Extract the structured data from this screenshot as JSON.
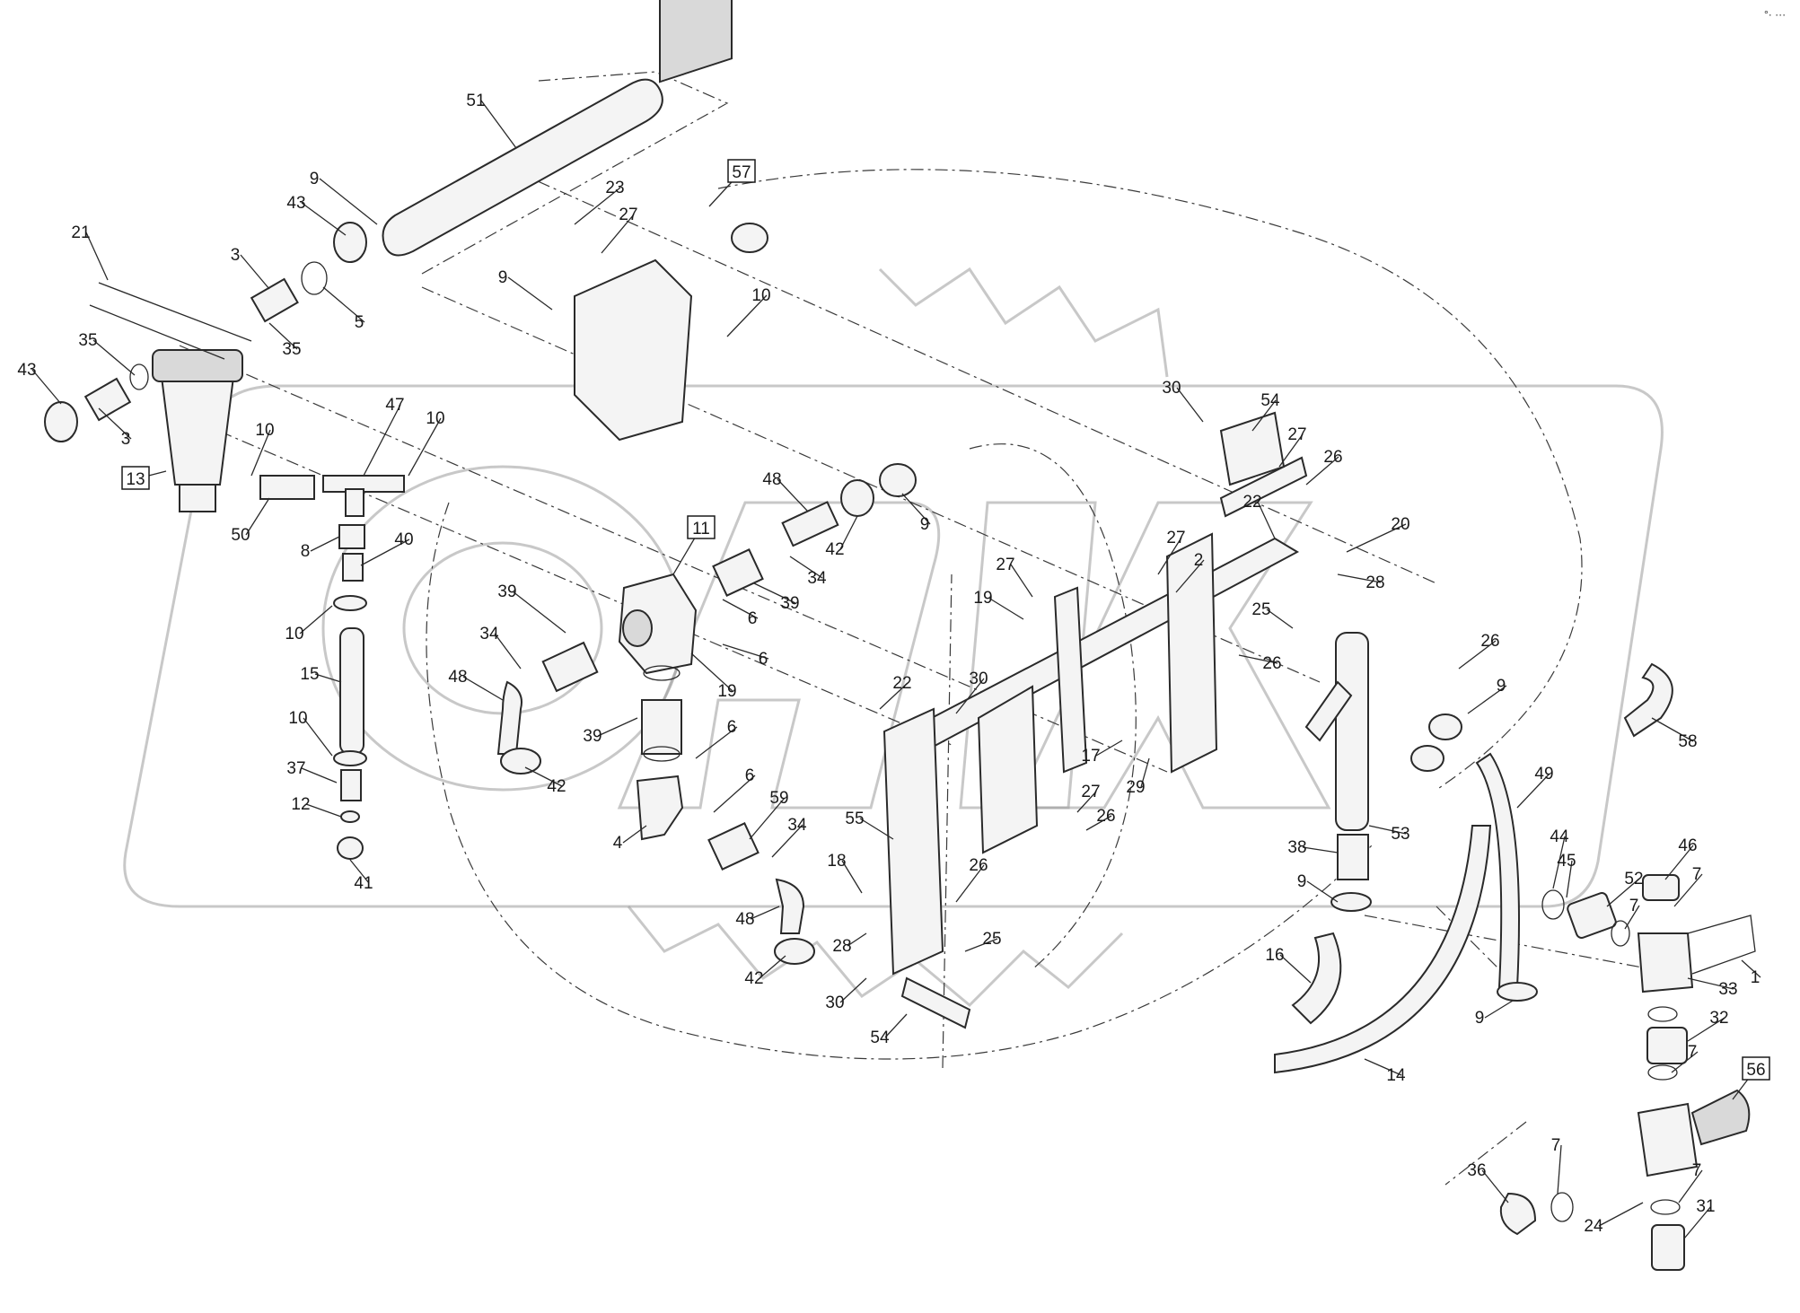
{
  "diagram": {
    "corner_marks": "°· ···",
    "colors": {
      "ink": "#2a2a2a",
      "watermark": "#9a9a9a",
      "background": "#ffffff"
    },
    "callouts": [
      {
        "id": "51",
        "text": "51"
      },
      {
        "id": "9a",
        "text": "9"
      },
      {
        "id": "43a",
        "text": "43"
      },
      {
        "id": "23",
        "text": "23"
      },
      {
        "id": "27a",
        "text": "27"
      },
      {
        "id": "57",
        "text": "57",
        "boxed": true
      },
      {
        "id": "21",
        "text": "21"
      },
      {
        "id": "3a",
        "text": "3"
      },
      {
        "id": "9b",
        "text": "9"
      },
      {
        "id": "5",
        "text": "5"
      },
      {
        "id": "10a",
        "text": "10"
      },
      {
        "id": "35a",
        "text": "35"
      },
      {
        "id": "35b",
        "text": "35"
      },
      {
        "id": "43b",
        "text": "43"
      },
      {
        "id": "3b",
        "text": "3"
      },
      {
        "id": "47",
        "text": "47"
      },
      {
        "id": "10b",
        "text": "10"
      },
      {
        "id": "10c",
        "text": "10"
      },
      {
        "id": "13",
        "text": "13",
        "boxed": true
      },
      {
        "id": "50",
        "text": "50"
      },
      {
        "id": "8",
        "text": "8"
      },
      {
        "id": "40",
        "text": "40"
      },
      {
        "id": "10d",
        "text": "10"
      },
      {
        "id": "15",
        "text": "15"
      },
      {
        "id": "10e",
        "text": "10"
      },
      {
        "id": "37",
        "text": "37"
      },
      {
        "id": "12",
        "text": "12"
      },
      {
        "id": "41",
        "text": "41"
      },
      {
        "id": "30a",
        "text": "30"
      },
      {
        "id": "54a",
        "text": "54"
      },
      {
        "id": "27b",
        "text": "27"
      },
      {
        "id": "26a",
        "text": "26"
      },
      {
        "id": "48a",
        "text": "48"
      },
      {
        "id": "9c",
        "text": "9"
      },
      {
        "id": "42a",
        "text": "42"
      },
      {
        "id": "11",
        "text": "11",
        "boxed": true
      },
      {
        "id": "34a",
        "text": "34"
      },
      {
        "id": "39a",
        "text": "39"
      },
      {
        "id": "6a",
        "text": "6"
      },
      {
        "id": "22a",
        "text": "22"
      },
      {
        "id": "20",
        "text": "20"
      },
      {
        "id": "28a",
        "text": "28"
      },
      {
        "id": "27c",
        "text": "27"
      },
      {
        "id": "2",
        "text": "2"
      },
      {
        "id": "27d",
        "text": "27"
      },
      {
        "id": "19a",
        "text": "19"
      },
      {
        "id": "25a",
        "text": "25"
      },
      {
        "id": "26b",
        "text": "26"
      },
      {
        "id": "39b",
        "text": "39"
      },
      {
        "id": "34b",
        "text": "34"
      },
      {
        "id": "48b",
        "text": "48"
      },
      {
        "id": "6b",
        "text": "6"
      },
      {
        "id": "19b",
        "text": "19"
      },
      {
        "id": "39c",
        "text": "39"
      },
      {
        "id": "6c",
        "text": "6"
      },
      {
        "id": "42b",
        "text": "42"
      },
      {
        "id": "22b",
        "text": "22"
      },
      {
        "id": "30b",
        "text": "30"
      },
      {
        "id": "26c",
        "text": "26"
      },
      {
        "id": "9d",
        "text": "9"
      },
      {
        "id": "58",
        "text": "58"
      },
      {
        "id": "17",
        "text": "17"
      },
      {
        "id": "29",
        "text": "29"
      },
      {
        "id": "49",
        "text": "49"
      },
      {
        "id": "6d",
        "text": "6"
      },
      {
        "id": "59",
        "text": "59"
      },
      {
        "id": "4",
        "text": "4"
      },
      {
        "id": "34c",
        "text": "34"
      },
      {
        "id": "55",
        "text": "55"
      },
      {
        "id": "27e",
        "text": "27"
      },
      {
        "id": "26d",
        "text": "26"
      },
      {
        "id": "53",
        "text": "53"
      },
      {
        "id": "38",
        "text": "38"
      },
      {
        "id": "44",
        "text": "44"
      },
      {
        "id": "46",
        "text": "46"
      },
      {
        "id": "45",
        "text": "45"
      },
      {
        "id": "7a",
        "text": "7"
      },
      {
        "id": "52",
        "text": "52"
      },
      {
        "id": "7b",
        "text": "7"
      },
      {
        "id": "18",
        "text": "18"
      },
      {
        "id": "26e",
        "text": "26"
      },
      {
        "id": "9e",
        "text": "9"
      },
      {
        "id": "28b",
        "text": "28"
      },
      {
        "id": "25b",
        "text": "25"
      },
      {
        "id": "48c",
        "text": "48"
      },
      {
        "id": "16",
        "text": "16"
      },
      {
        "id": "33",
        "text": "33"
      },
      {
        "id": "1",
        "text": "1"
      },
      {
        "id": "42c",
        "text": "42"
      },
      {
        "id": "30c",
        "text": "30"
      },
      {
        "id": "9f",
        "text": "9"
      },
      {
        "id": "32",
        "text": "32"
      },
      {
        "id": "54b",
        "text": "54"
      },
      {
        "id": "14",
        "text": "14"
      },
      {
        "id": "7c",
        "text": "7"
      },
      {
        "id": "56",
        "text": "56",
        "boxed": true
      },
      {
        "id": "36",
        "text": "36"
      },
      {
        "id": "7d",
        "text": "7"
      },
      {
        "id": "7e",
        "text": "7"
      },
      {
        "id": "24",
        "text": "24"
      },
      {
        "id": "31",
        "text": "31"
      }
    ]
  }
}
